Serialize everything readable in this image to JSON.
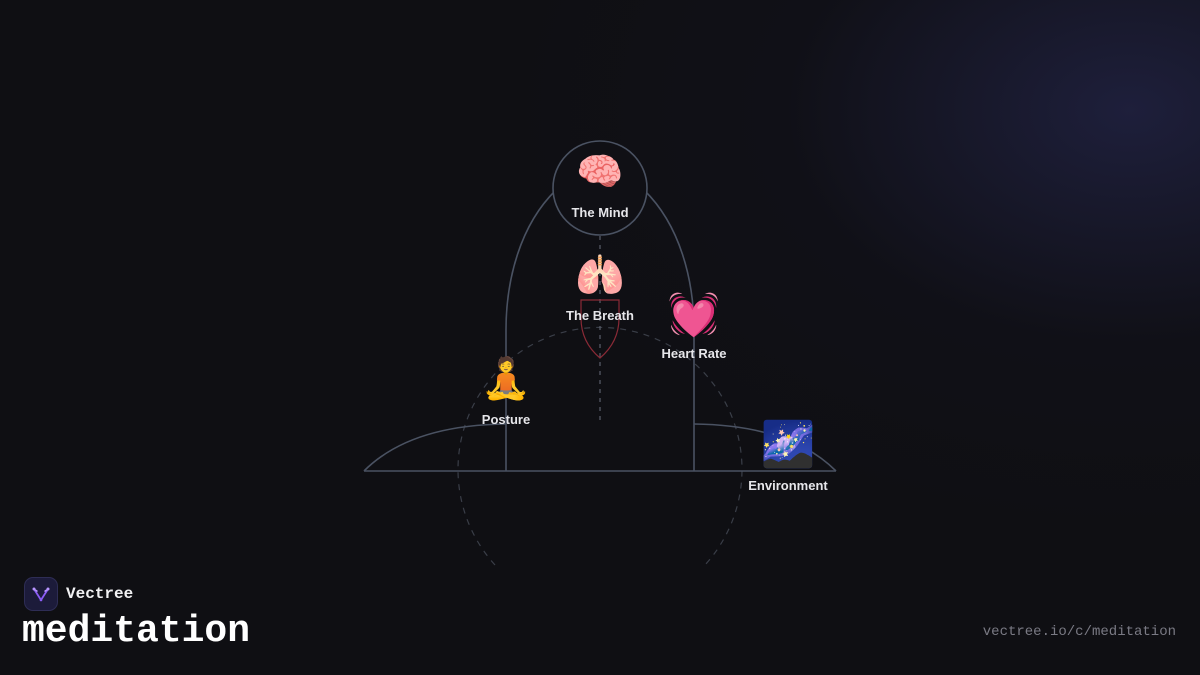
{
  "diagram": {
    "nodes": [
      {
        "id": "mind",
        "icon": "brain-icon",
        "emoji": "🧠",
        "label": "The Mind"
      },
      {
        "id": "breath",
        "icon": "lungs-icon",
        "emoji": "🫁",
        "label": "The Breath"
      },
      {
        "id": "heart",
        "icon": "beating-heart-icon",
        "emoji": "💓",
        "label": "Heart Rate"
      },
      {
        "id": "posture",
        "icon": "meditating-person-icon",
        "emoji": "🧘",
        "label": "Posture"
      },
      {
        "id": "environment",
        "icon": "milky-way-icon",
        "emoji": "🌌",
        "label": "Environment"
      }
    ],
    "colors": {
      "outline": "#4a5262",
      "guide": "#3a3e48",
      "heart_accent": "#8a2a36",
      "label": "#e6e6ea"
    }
  },
  "brand": {
    "name": "Vectree",
    "logo_icon": "vectree-logo-icon",
    "accent": "#8b5cf6"
  },
  "topic": {
    "title": "meditation"
  },
  "footer": {
    "url": "vectree.io/c/meditation"
  }
}
